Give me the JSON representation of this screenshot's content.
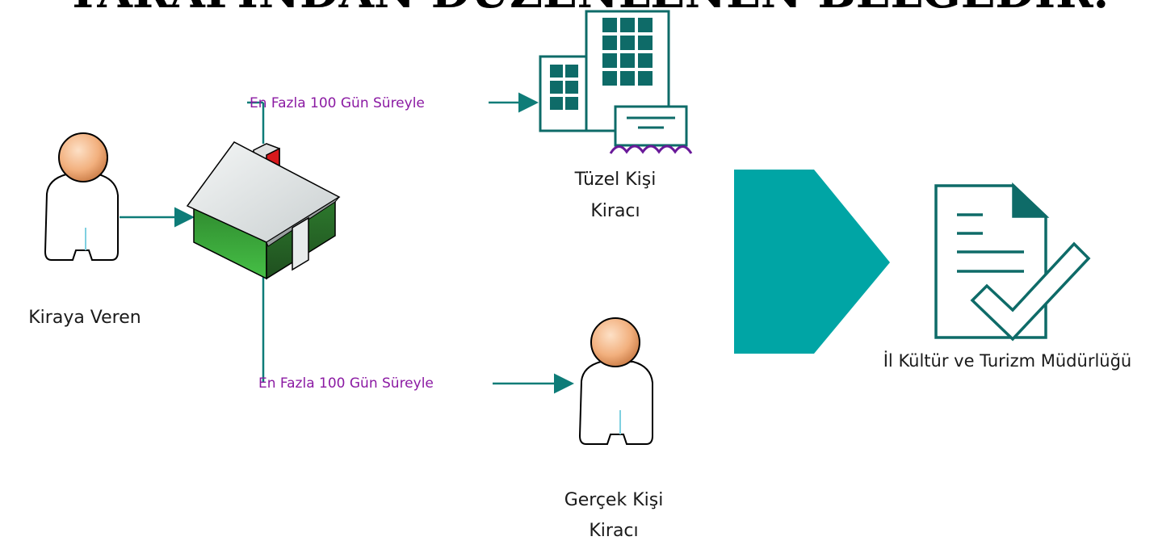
{
  "banner_text": "TARAFINDAN DÜZENLENEN BELGEDIR.",
  "nodes": {
    "landlord": {
      "label": "Kiraya Veren"
    },
    "legal_tenant": {
      "label_line1": "Tüzel Kişi",
      "label_line2": "Kiracı"
    },
    "natural_tenant": {
      "label_line1": "Gerçek Kişi",
      "label_line2": "Kiracı"
    },
    "directorate": {
      "label": "İl Kültür ve Turizm Müdürlüğü"
    }
  },
  "edges": {
    "house_to_legal": {
      "label": "En Fazla 100 Gün Süreyle"
    },
    "house_to_natural": {
      "label": "En Fazla 100 Gün Süreyle"
    }
  },
  "colors": {
    "teal": "#00a5a5",
    "connector": "#0e7c78",
    "edge_label": "#8b1aa3",
    "house_green": "#3aa33a",
    "person_skin": "#f2b07e"
  },
  "icons": {
    "landlord": "person-icon",
    "house": "house-icon",
    "legal_tenant": "office-building-icon",
    "natural_tenant": "person-icon",
    "process": "chevron-arrow-icon",
    "directorate": "approved-document-icon"
  }
}
